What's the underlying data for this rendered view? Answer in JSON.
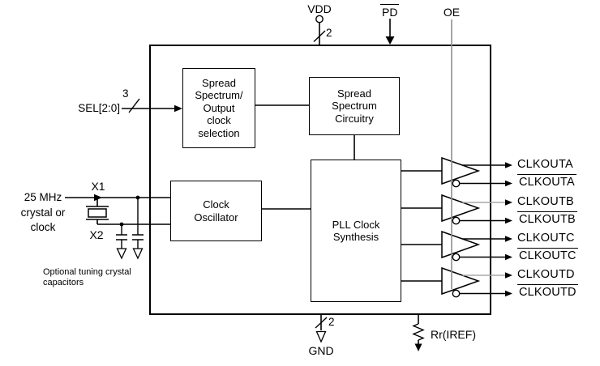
{
  "colors": {
    "line": "#000000",
    "oe_line": "#8f8f8f",
    "gray_wire": "#a8a8a8",
    "background": "#ffffff",
    "text": "#000000"
  },
  "pins": {
    "vdd": {
      "label": "VDD",
      "bus_width": "2"
    },
    "pd": {
      "label": "PD",
      "active_low": true
    },
    "oe": {
      "label": "OE"
    },
    "sel": {
      "label": "SEL[2:0]",
      "bus_width": "3"
    },
    "x1": {
      "label": "X1"
    },
    "x2": {
      "label": "X2"
    },
    "gnd": {
      "label": "GND",
      "bus_width": "2"
    },
    "iref": {
      "label": "Rr(IREF)"
    }
  },
  "blocks": {
    "spread_selection": {
      "label": "Spread\nSpectrum/\nOutput\nclock\nselection"
    },
    "spread_circuitry": {
      "label": "Spread\nSpectrum\nCircuitry"
    },
    "pll": {
      "label": "PLL Clock\nSynthesis"
    },
    "oscillator": {
      "label": "Clock\nOscillator"
    }
  },
  "annotations": {
    "clock_source": "25 MHz\ncrystal or\nclock",
    "cap_note": "Optional tuning crystal\ncapacitors"
  },
  "outputs": [
    {
      "label": "CLKOUTA",
      "overline": false
    },
    {
      "label": "CLKOUTA",
      "overline": true
    },
    {
      "label": "CLKOUTB",
      "overline": false
    },
    {
      "label": "CLKOUTB",
      "overline": true
    },
    {
      "label": "CLKOUTC",
      "overline": false
    },
    {
      "label": "CLKOUTC",
      "overline": true
    },
    {
      "label": "CLKOUTD",
      "overline": false
    },
    {
      "label": "CLKOUTD",
      "overline": true
    }
  ]
}
